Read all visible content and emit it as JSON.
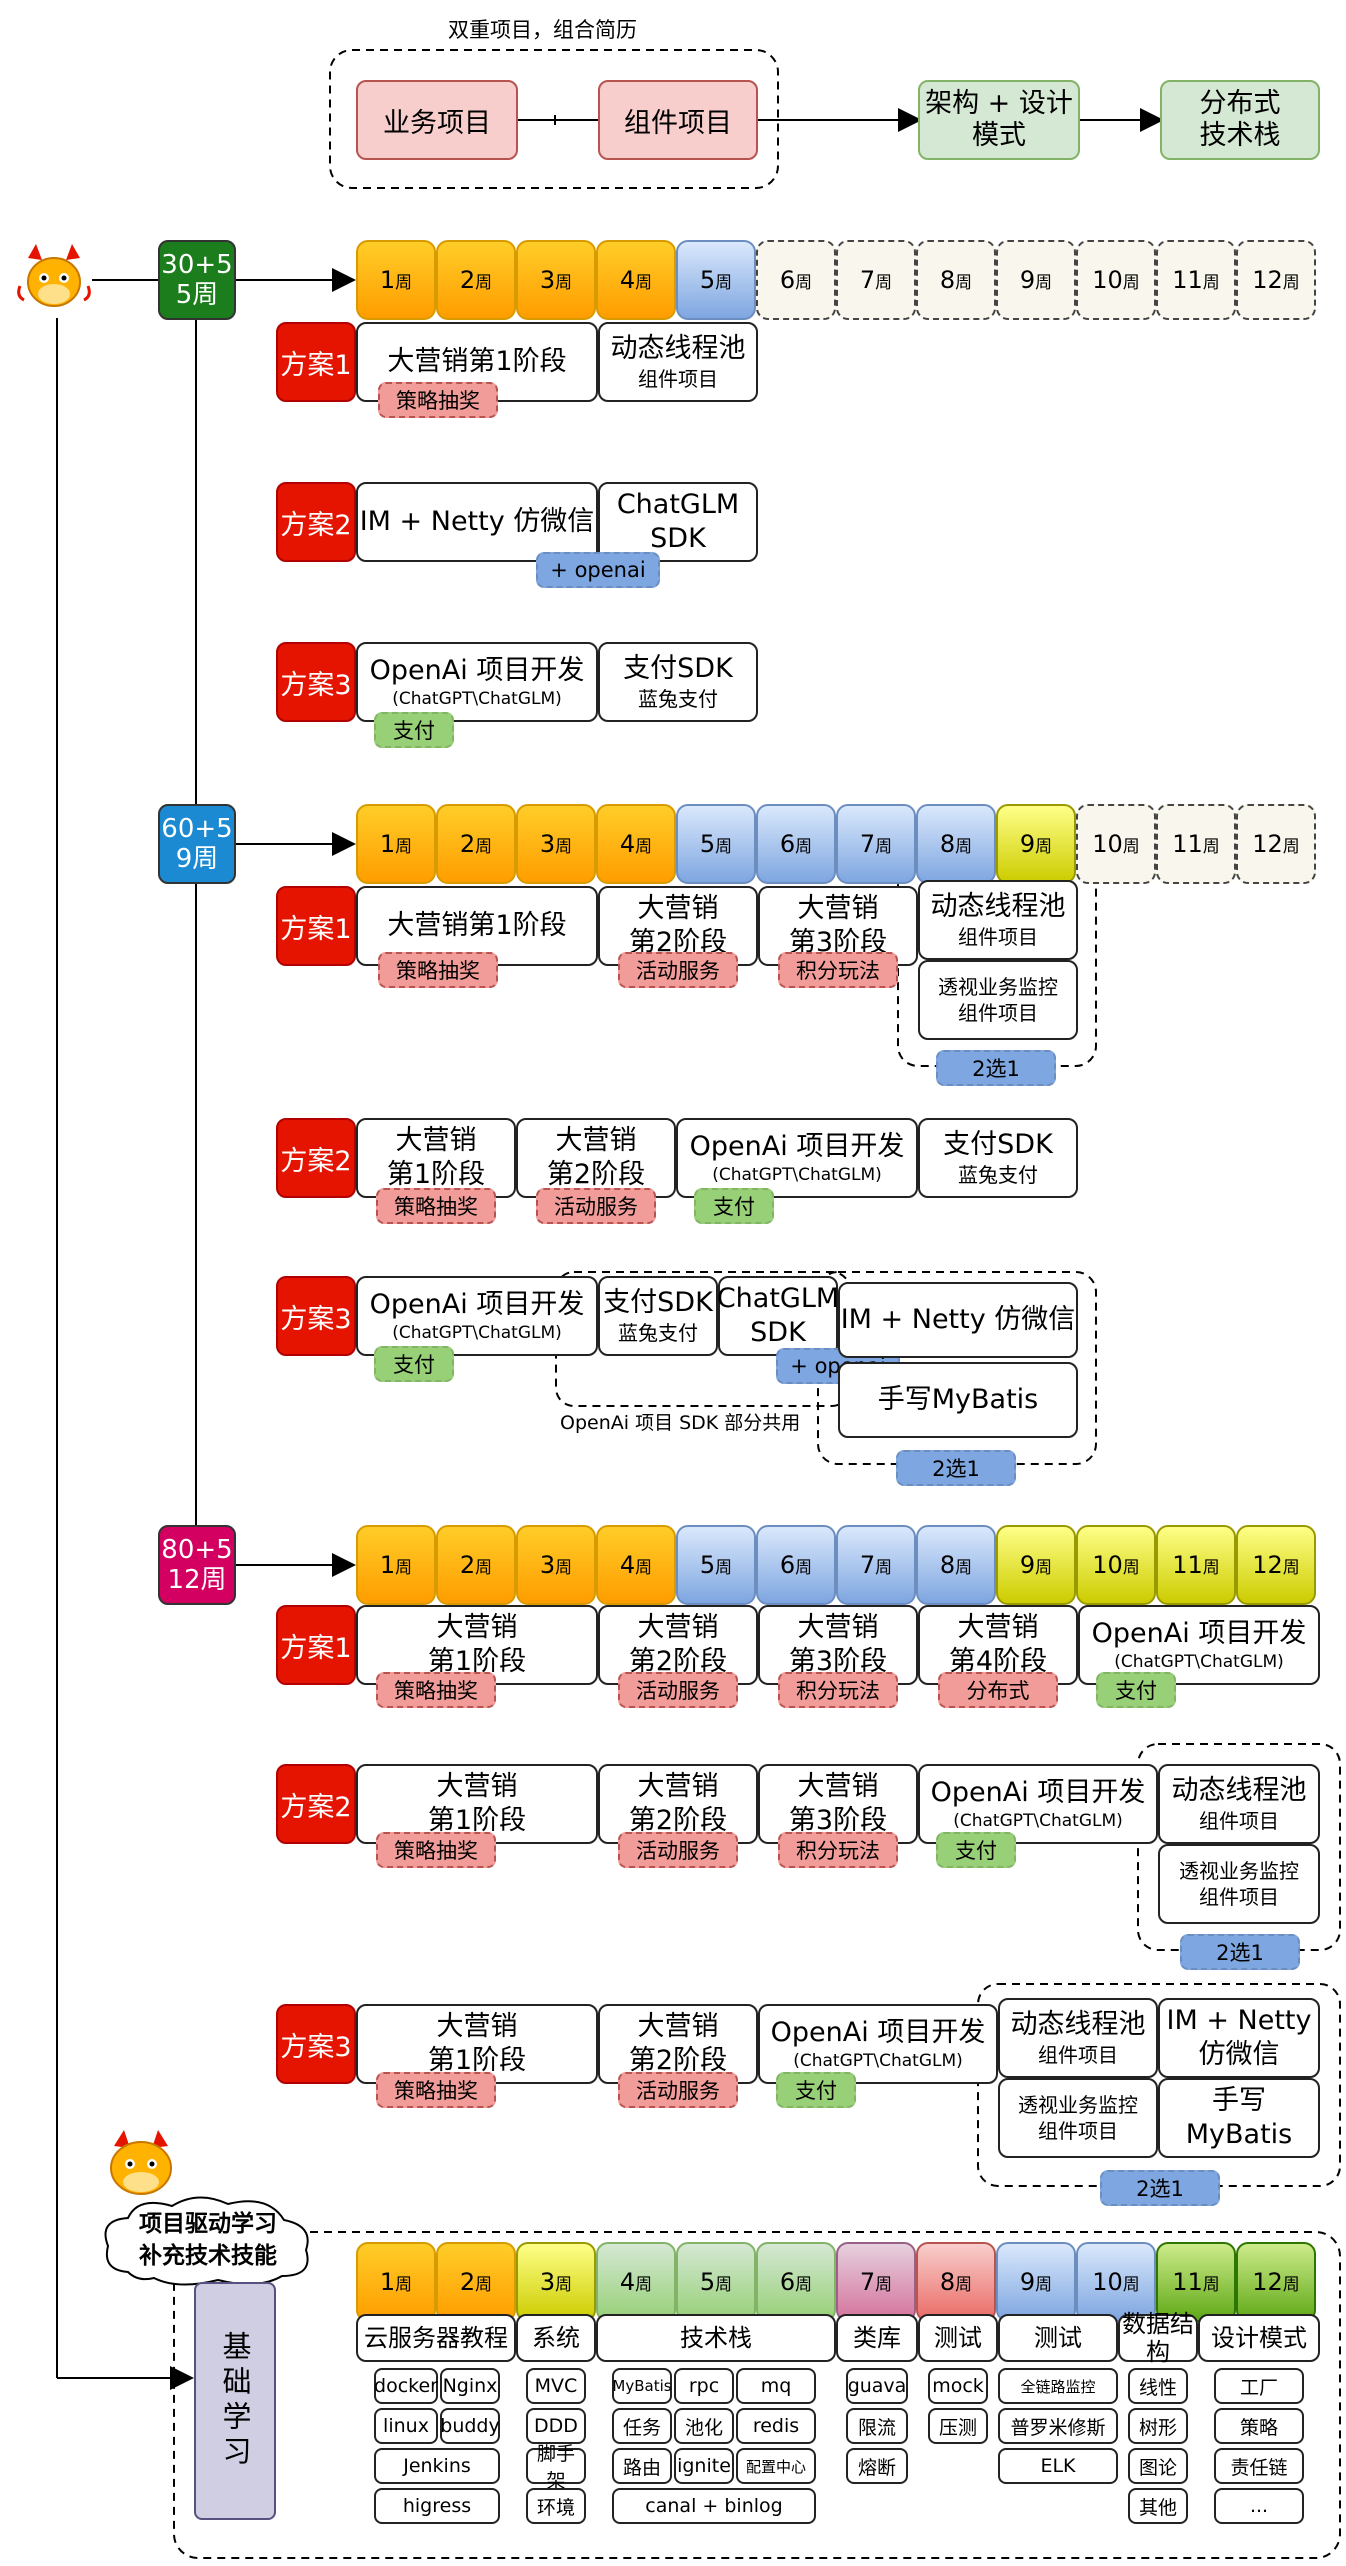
{
  "header": {
    "caption": "双重项目，组合简历",
    "business": "业务项目",
    "component": "组件项目",
    "arch": [
      "架构 + 设计",
      "模式"
    ],
    "dist": [
      "分布式",
      "技术栈"
    ]
  },
  "unit": "周",
  "durations": {
    "d1": [
      "30+5",
      "5周"
    ],
    "d2": [
      "60+5",
      "9周"
    ],
    "d3": [
      "80+5",
      "12周"
    ]
  },
  "plan_labels": [
    "方案1",
    "方案2",
    "方案3"
  ],
  "s1": {
    "p1": {
      "a": "大营销第1阶段",
      "a_tag": "策略抽奖",
      "b1": "动态线程池",
      "b2": "组件项目"
    },
    "p2": {
      "a": "IM + Netty 仿微信",
      "b1": "ChatGLM",
      "b2": "SDK",
      "tag": "+ openai"
    },
    "p3": {
      "a1": "OpenAi 项目开发",
      "a2": "(ChatGPT\\ChatGLM)",
      "a_tag": "支付",
      "b1": "支付SDK",
      "b2": "蓝兔支付"
    }
  },
  "s2": {
    "p1": {
      "a": "大营销第1阶段",
      "a_tag": "策略抽奖",
      "b1": "大营销",
      "b2": "第2阶段",
      "b_tag": "活动服务",
      "c1": "大营销",
      "c2": "第3阶段",
      "c_tag": "积分玩法",
      "d1": "动态线程池",
      "d2": "组件项目",
      "e1": "透视业务监控",
      "e2": "组件项目",
      "pick": "2选1"
    },
    "p2": {
      "a1": "大营销",
      "a2": "第1阶段",
      "a_tag": "策略抽奖",
      "b1": "大营销",
      "b2": "第2阶段",
      "b_tag": "活动服务",
      "c1": "OpenAi 项目开发",
      "c2": "(ChatGPT\\ChatGLM)",
      "c_tag": "支付",
      "d1": "支付SDK",
      "d2": "蓝兔支付"
    },
    "p3": {
      "a1": "OpenAi 项目开发",
      "a2": "(ChatGPT\\ChatGLM)",
      "a_tag": "支付",
      "b1": "支付SDK",
      "b2": "蓝兔支付",
      "c1": "ChatGLM",
      "c2": "SDK",
      "c_tag": "+ openai",
      "d": "IM + Netty 仿微信",
      "e": "手写MyBatis",
      "shared": "OpenAi 项目 SDK 部分共用",
      "pick": "2选1"
    }
  },
  "s3": {
    "p1": {
      "a1": "大营销",
      "a2": "第1阶段",
      "a_tag": "策略抽奖",
      "b1": "大营销",
      "b2": "第2阶段",
      "b_tag": "活动服务",
      "c1": "大营销",
      "c2": "第3阶段",
      "c_tag": "积分玩法",
      "d1": "大营销",
      "d2": "第4阶段",
      "d_tag": "分布式",
      "e1": "OpenAi 项目开发",
      "e2": "(ChatGPT\\ChatGLM)",
      "e_tag": "支付"
    },
    "p2": {
      "a1": "大营销",
      "a2": "第1阶段",
      "a_tag": "策略抽奖",
      "b1": "大营销",
      "b2": "第2阶段",
      "b_tag": "活动服务",
      "c1": "大营销",
      "c2": "第3阶段",
      "c_tag": "积分玩法",
      "d1": "OpenAi 项目开发",
      "d2": "(ChatGPT\\ChatGLM)",
      "d_tag": "支付",
      "e1": "动态线程池",
      "e2": "组件项目",
      "f1": "透视业务监控",
      "f2": "组件项目",
      "pick": "2选1"
    },
    "p3": {
      "a1": "大营销",
      "a2": "第1阶段",
      "a_tag": "策略抽奖",
      "b1": "大营销",
      "b2": "第2阶段",
      "b_tag": "活动服务",
      "c1": "OpenAi 项目开发",
      "c2": "(ChatGPT\\ChatGLM)",
      "c_tag": "支付",
      "d1": "动态线程池",
      "d2": "组件项目",
      "e1": "IM + Netty",
      "e2": "仿微信",
      "f1": "透视业务监控",
      "f2": "组件项目",
      "g": "手写MyBatis",
      "pick": "2选1"
    }
  },
  "basics": {
    "cloud": [
      "项目驱动学习",
      "补充技术技能"
    ],
    "title": "基础学习",
    "categories": [
      "云服务器教程",
      "系统",
      "技术栈",
      "类库",
      "测试",
      "测试",
      "数据结构",
      "设计模式"
    ],
    "items": {
      "cloud": [
        "docker",
        "Nginx",
        "linux",
        "buddy",
        "Jenkins",
        "higress"
      ],
      "sys": [
        "MVC",
        "DDD",
        "脚手架",
        "环境"
      ],
      "stack": [
        "MyBatis",
        "rpc",
        "mq",
        "任务",
        "池化",
        "redis",
        "路由",
        "ignite",
        "配置中心",
        "canal + binlog"
      ],
      "lib": [
        "guava",
        "限流",
        "熔断"
      ],
      "test1": [
        "mock",
        "压测"
      ],
      "test2": [
        "全链路监控",
        "普罗米修斯",
        "ELK"
      ],
      "ds": [
        "线性",
        "树形",
        "图论",
        "其他"
      ],
      "dp": [
        "工厂",
        "策略",
        "责任链",
        "..."
      ]
    }
  },
  "colors": {
    "dur1": "#1b7d1b",
    "dur2": "#1b8ad3",
    "dur3": "#d30062",
    "plan": "#e51400"
  }
}
